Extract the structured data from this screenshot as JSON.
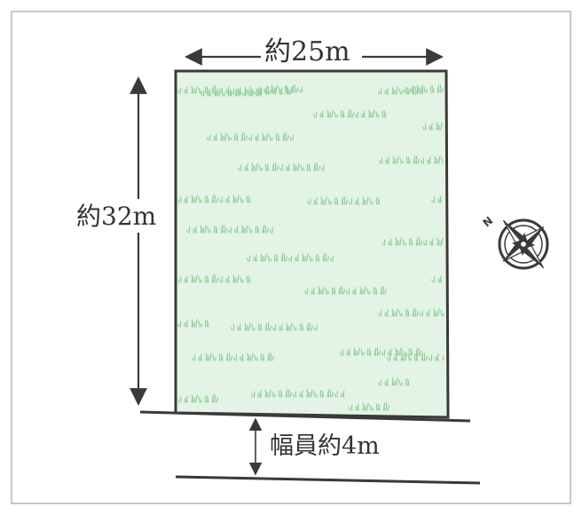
{
  "diagram": {
    "width_label": "約25m",
    "height_label": "約32m",
    "road_label": "幅員約4m",
    "compass_marker": "N",
    "colors": {
      "lot_fill": "#e3f3e5",
      "grass": "#8ccc98",
      "outline": "#3a3a3a",
      "text": "#333333",
      "frame": "#b5b5b5"
    }
  }
}
